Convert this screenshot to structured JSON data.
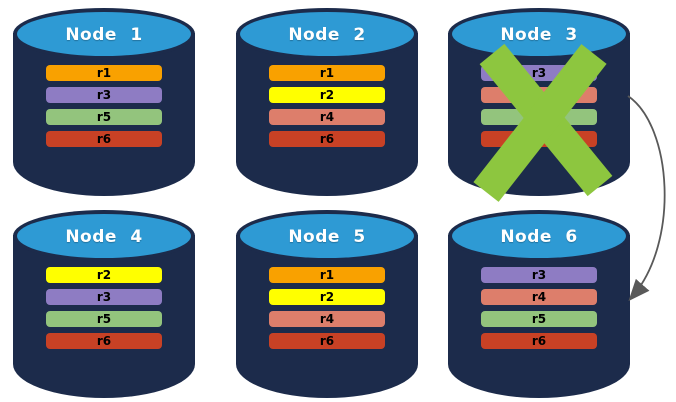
{
  "colors": {
    "cylinder_body": "#1C2B4B",
    "cylinder_top": "#2E9AD4",
    "failure_x": "#8DC63F",
    "arrow": "#595959",
    "r1_orange": "#F9A100",
    "r2_yellow": "#FFFF00",
    "r3_purple": "#8E7CC3",
    "r4_salmon": "#DD7E6B",
    "r5_green": "#93C47D",
    "r6_red": "#C84125"
  },
  "nodes": [
    {
      "label": "Node 1",
      "failed": false,
      "partitions": [
        {
          "label": "r1",
          "color": "#F9A100"
        },
        {
          "label": "r3",
          "color": "#8E7CC3"
        },
        {
          "label": "r5",
          "color": "#93C47D"
        },
        {
          "label": "r6",
          "color": "#C84125"
        }
      ]
    },
    {
      "label": "Node 2",
      "failed": false,
      "partitions": [
        {
          "label": "r1",
          "color": "#F9A100"
        },
        {
          "label": "r2",
          "color": "#FFFF00"
        },
        {
          "label": "r4",
          "color": "#DD7E6B"
        },
        {
          "label": "r6",
          "color": "#C84125"
        }
      ]
    },
    {
      "label": "Node 3",
      "failed": true,
      "partitions": [
        {
          "label": "r3",
          "color": "#8E7CC3"
        },
        {
          "label": "",
          "color": "#DD7E6B"
        },
        {
          "label": "",
          "color": "#93C47D"
        },
        {
          "label": "",
          "color": "#C84125"
        }
      ]
    },
    {
      "label": "Node 4",
      "failed": false,
      "partitions": [
        {
          "label": "r2",
          "color": "#FFFF00"
        },
        {
          "label": "r3",
          "color": "#8E7CC3"
        },
        {
          "label": "r5",
          "color": "#93C47D"
        },
        {
          "label": "r6",
          "color": "#C84125"
        }
      ]
    },
    {
      "label": "Node 5",
      "failed": false,
      "partitions": [
        {
          "label": "r1",
          "color": "#F9A100"
        },
        {
          "label": "r2",
          "color": "#FFFF00"
        },
        {
          "label": "r4",
          "color": "#DD7E6B"
        },
        {
          "label": "r6",
          "color": "#C84125"
        }
      ]
    },
    {
      "label": "Node 6",
      "failed": false,
      "partitions": [
        {
          "label": "r3",
          "color": "#8E7CC3"
        },
        {
          "label": "r4",
          "color": "#DD7E6B"
        },
        {
          "label": "r5",
          "color": "#93C47D"
        },
        {
          "label": "r6",
          "color": "#C84125"
        }
      ]
    }
  ],
  "arrow": {
    "from": "Node 3",
    "to": "Node 6"
  }
}
